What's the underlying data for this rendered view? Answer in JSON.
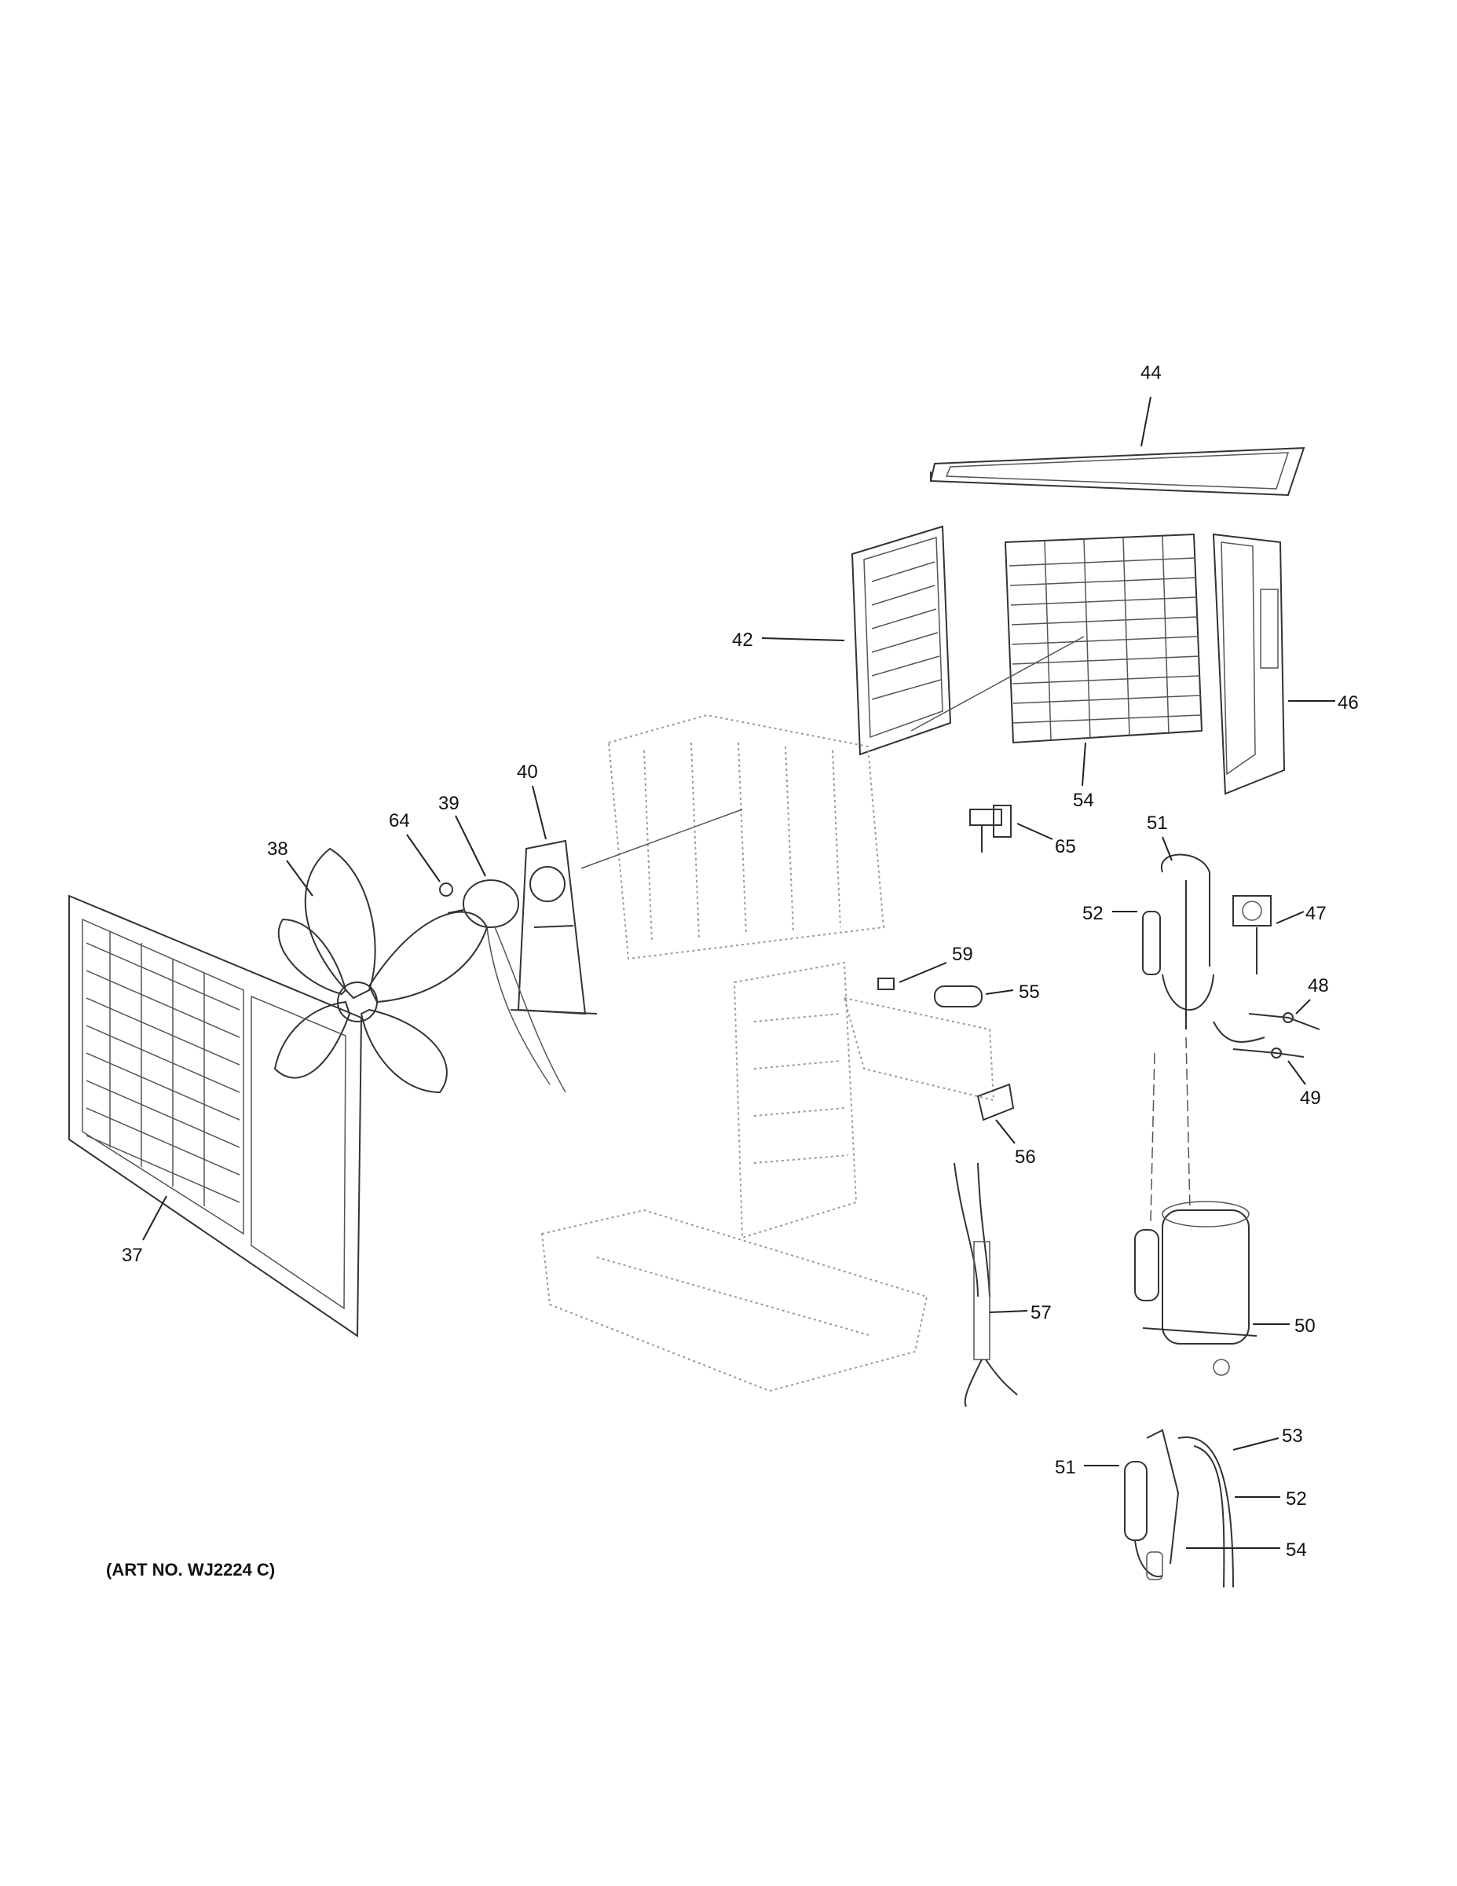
{
  "art_number": "(ART NO. WJ2224 C)",
  "callouts": {
    "c44": "44",
    "c42": "42",
    "c46": "46",
    "c54a": "54",
    "c65": "65",
    "c40": "40",
    "c39": "39",
    "c64": "64",
    "c38": "38",
    "c37": "37",
    "c59": "59",
    "c55": "55",
    "c56": "56",
    "c57": "57",
    "c51a": "51",
    "c52a": "52",
    "c47": "47",
    "c48": "48",
    "c49": "49",
    "c50": "50",
    "c53": "53",
    "c51b": "51",
    "c52b": "52",
    "c54b": "54"
  }
}
